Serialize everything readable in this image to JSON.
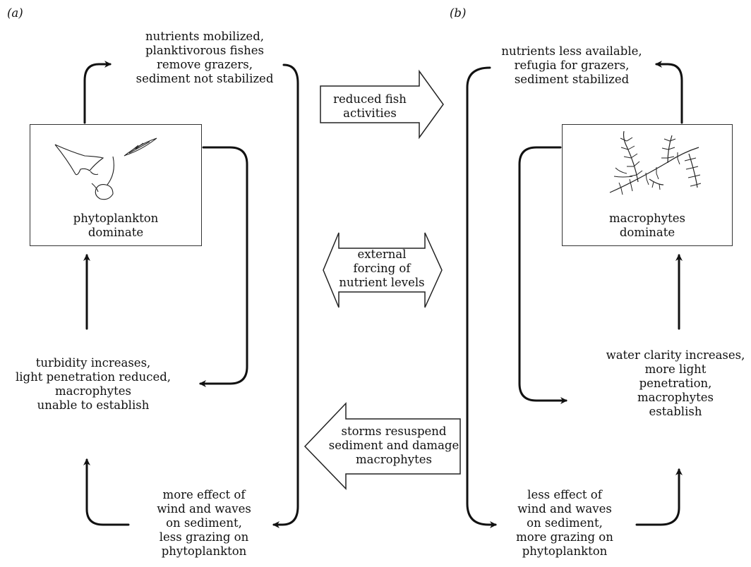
{
  "panels": {
    "a": {
      "label": "(a)",
      "state_box": "phytoplankton\ndominate",
      "top_text": "nutrients mobilized,\nplanktivorous fishes\nremove grazers,\nsediment not stabilized",
      "mid_text": "turbidity increases,\nlight penetration reduced,\nmacrophytes\nunable to establish",
      "bottom_text": "more effect of\nwind and waves\non sediment,\nless grazing on\nphytoplankton"
    },
    "b": {
      "label": "(b)",
      "state_box": "macrophytes\ndominate",
      "top_text": "nutrients less available,\nrefugia for grazers,\nsediment stabilized",
      "mid_text": "water clarity increases,\nmore light\npenetration,\nmacrophytes\nestablish",
      "bottom_text": "less effect of\nwind and waves\non sediment,\nmore grazing on\nphytoplankton"
    }
  },
  "transitions": {
    "to_b": "reduced fish\nactivities",
    "both": "external\nforcing of\nnutrient levels",
    "to_a": "storms resuspend\nsediment and damage\nmacrophytes"
  }
}
